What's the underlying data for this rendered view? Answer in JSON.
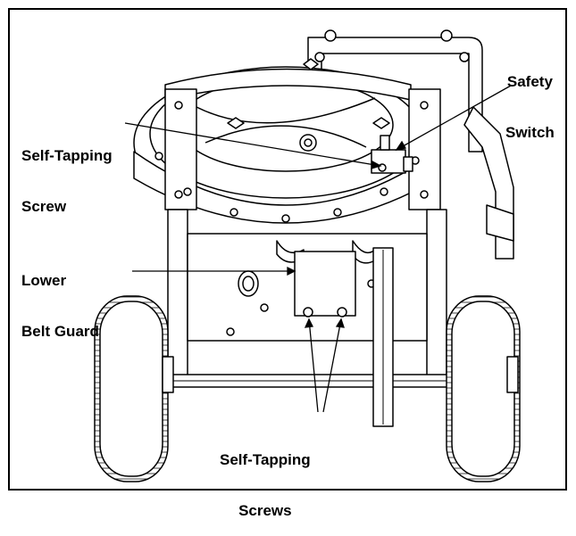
{
  "callouts": {
    "safety_switch": [
      "Safety",
      "Switch"
    ],
    "self_tapping_screw": [
      "Self-Tapping",
      "Screw"
    ],
    "lower_belt_guard": [
      "Lower",
      "Belt Guard"
    ],
    "self_tapping_screws": [
      "Self-Tapping",
      "Screws"
    ]
  },
  "colors": {
    "line": "#000000",
    "background": "#ffffff"
  }
}
